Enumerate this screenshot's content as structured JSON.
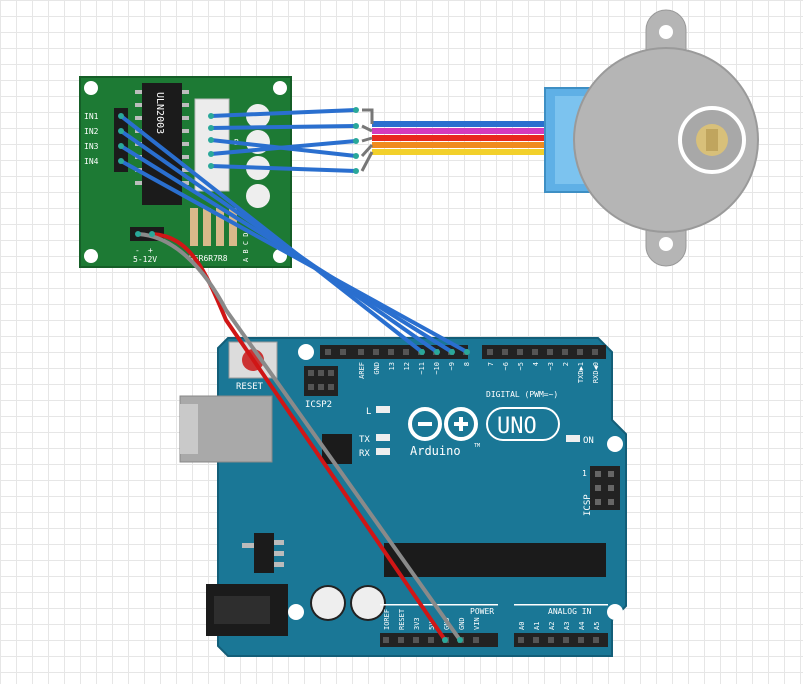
{
  "driver_board": {
    "chip_label": "ULN2003",
    "inputs": [
      "IN1",
      "IN2",
      "IN3",
      "IN4"
    ],
    "power_label": "5-12V",
    "polarity": [
      "-",
      "+"
    ],
    "resistors_label": "R5R6R7R8",
    "connector_label": "B",
    "side_label": "A B C D"
  },
  "arduino": {
    "reset_label": "RESET",
    "icsp2_label": "ICSP2",
    "icsp_label": "ICSP",
    "icsp_pin1": "1",
    "brand": "Arduino",
    "model": "UNO",
    "trademark": "TM",
    "led_l": "L",
    "led_tx": "TX",
    "led_rx": "RX",
    "led_on": "ON",
    "digital_header_top": [
      "AREF",
      "GND",
      "13",
      "12",
      "~11",
      "~10",
      "~9",
      "8"
    ],
    "digital_header_right": [
      "7",
      "~6",
      "~5",
      "4",
      "~3",
      "2",
      "TXD▶1",
      "RXD◀0"
    ],
    "digital_label": "DIGITAL (PWM=~)",
    "power_header_label": "POWER",
    "power_pins": [
      "IOREF",
      "RESET",
      "3V3",
      "5V",
      "GND",
      "GND",
      "VIN"
    ],
    "analog_header_label": "ANALOG IN",
    "analog_pins": [
      "A0",
      "A1",
      "A2",
      "A3",
      "A4",
      "A5"
    ]
  },
  "colors": {
    "board_blue": "#1a7796",
    "driver_green": "#1d7a34",
    "wire_blue": "#2a6fcf",
    "wire_red": "#d01616",
    "wire_gray": "#8a8a8a",
    "motor_body": "#b5b5b5",
    "motor_cap": "#5fb0e6",
    "motor_wires": [
      "#2a6fcf",
      "#d43bbd",
      "#e8281f",
      "#f08b1e",
      "#f2d02b"
    ]
  }
}
